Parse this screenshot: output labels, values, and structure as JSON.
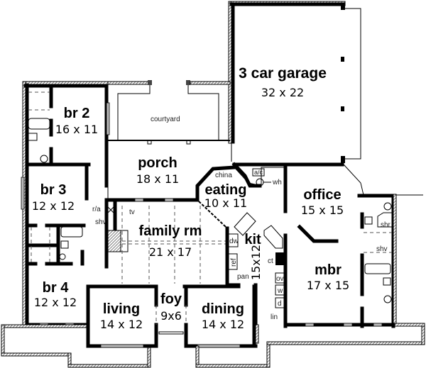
{
  "plan": {
    "rooms": [
      {
        "id": "garage",
        "name": "3 car garage",
        "dims": "32 x 22"
      },
      {
        "id": "br2",
        "name": "br 2",
        "dims": "16 x 11"
      },
      {
        "id": "courtyard",
        "name": "courtyard",
        "dims": ""
      },
      {
        "id": "porch",
        "name": "porch",
        "dims": "18 x 11"
      },
      {
        "id": "br3",
        "name": "br 3",
        "dims": "12 x 12"
      },
      {
        "id": "eating",
        "name": "eating",
        "dims": "10 x 11"
      },
      {
        "id": "office",
        "name": "office",
        "dims": "15 x 15"
      },
      {
        "id": "family",
        "name": "family rm",
        "dims": "21 x 17"
      },
      {
        "id": "kit",
        "name": "kit",
        "dims": "15x12"
      },
      {
        "id": "mbr",
        "name": "mbr",
        "dims": "17 x 15"
      },
      {
        "id": "br4",
        "name": "br 4",
        "dims": "12 x 12"
      },
      {
        "id": "living",
        "name": "living",
        "dims": "14 x 12"
      },
      {
        "id": "foy",
        "name": "foy",
        "dims": "9x6"
      },
      {
        "id": "dining",
        "name": "dining",
        "dims": "14 x 12"
      }
    ],
    "fixtures": {
      "china": "china",
      "ac": "a/c",
      "wh": "wh",
      "ra": "r/a",
      "tv": "tv",
      "shv_left": "shv",
      "dw": "dw",
      "ref": "ref",
      "pan": "pan",
      "ct": "ct",
      "ov": "ov",
      "w": "w",
      "d": "d",
      "lin": "lin",
      "shr": "shr",
      "shv_right": "shv"
    }
  }
}
